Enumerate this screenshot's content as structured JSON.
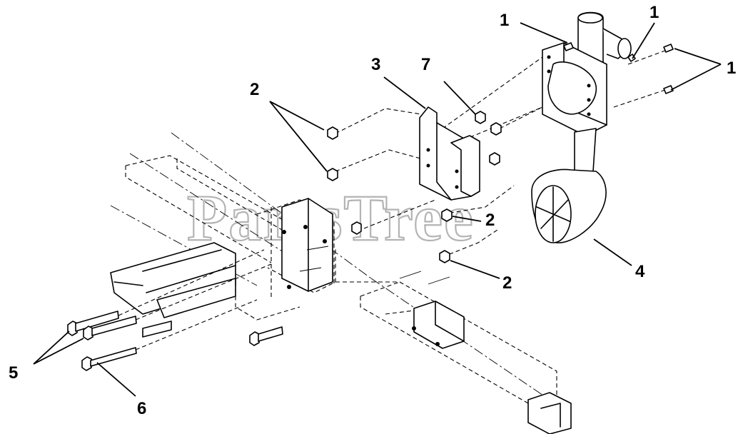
{
  "watermark": "PartsTree",
  "callouts": [
    {
      "id": "c1a",
      "label": "1"
    },
    {
      "id": "c1b",
      "label": "1"
    },
    {
      "id": "c1c",
      "label": "1"
    },
    {
      "id": "c2a",
      "label": "2"
    },
    {
      "id": "c2b",
      "label": "2"
    },
    {
      "id": "c2c",
      "label": "2"
    },
    {
      "id": "c3",
      "label": "3"
    },
    {
      "id": "c4",
      "label": "4"
    },
    {
      "id": "c5",
      "label": "5"
    },
    {
      "id": "c6",
      "label": "6"
    },
    {
      "id": "c7",
      "label": "7"
    }
  ]
}
